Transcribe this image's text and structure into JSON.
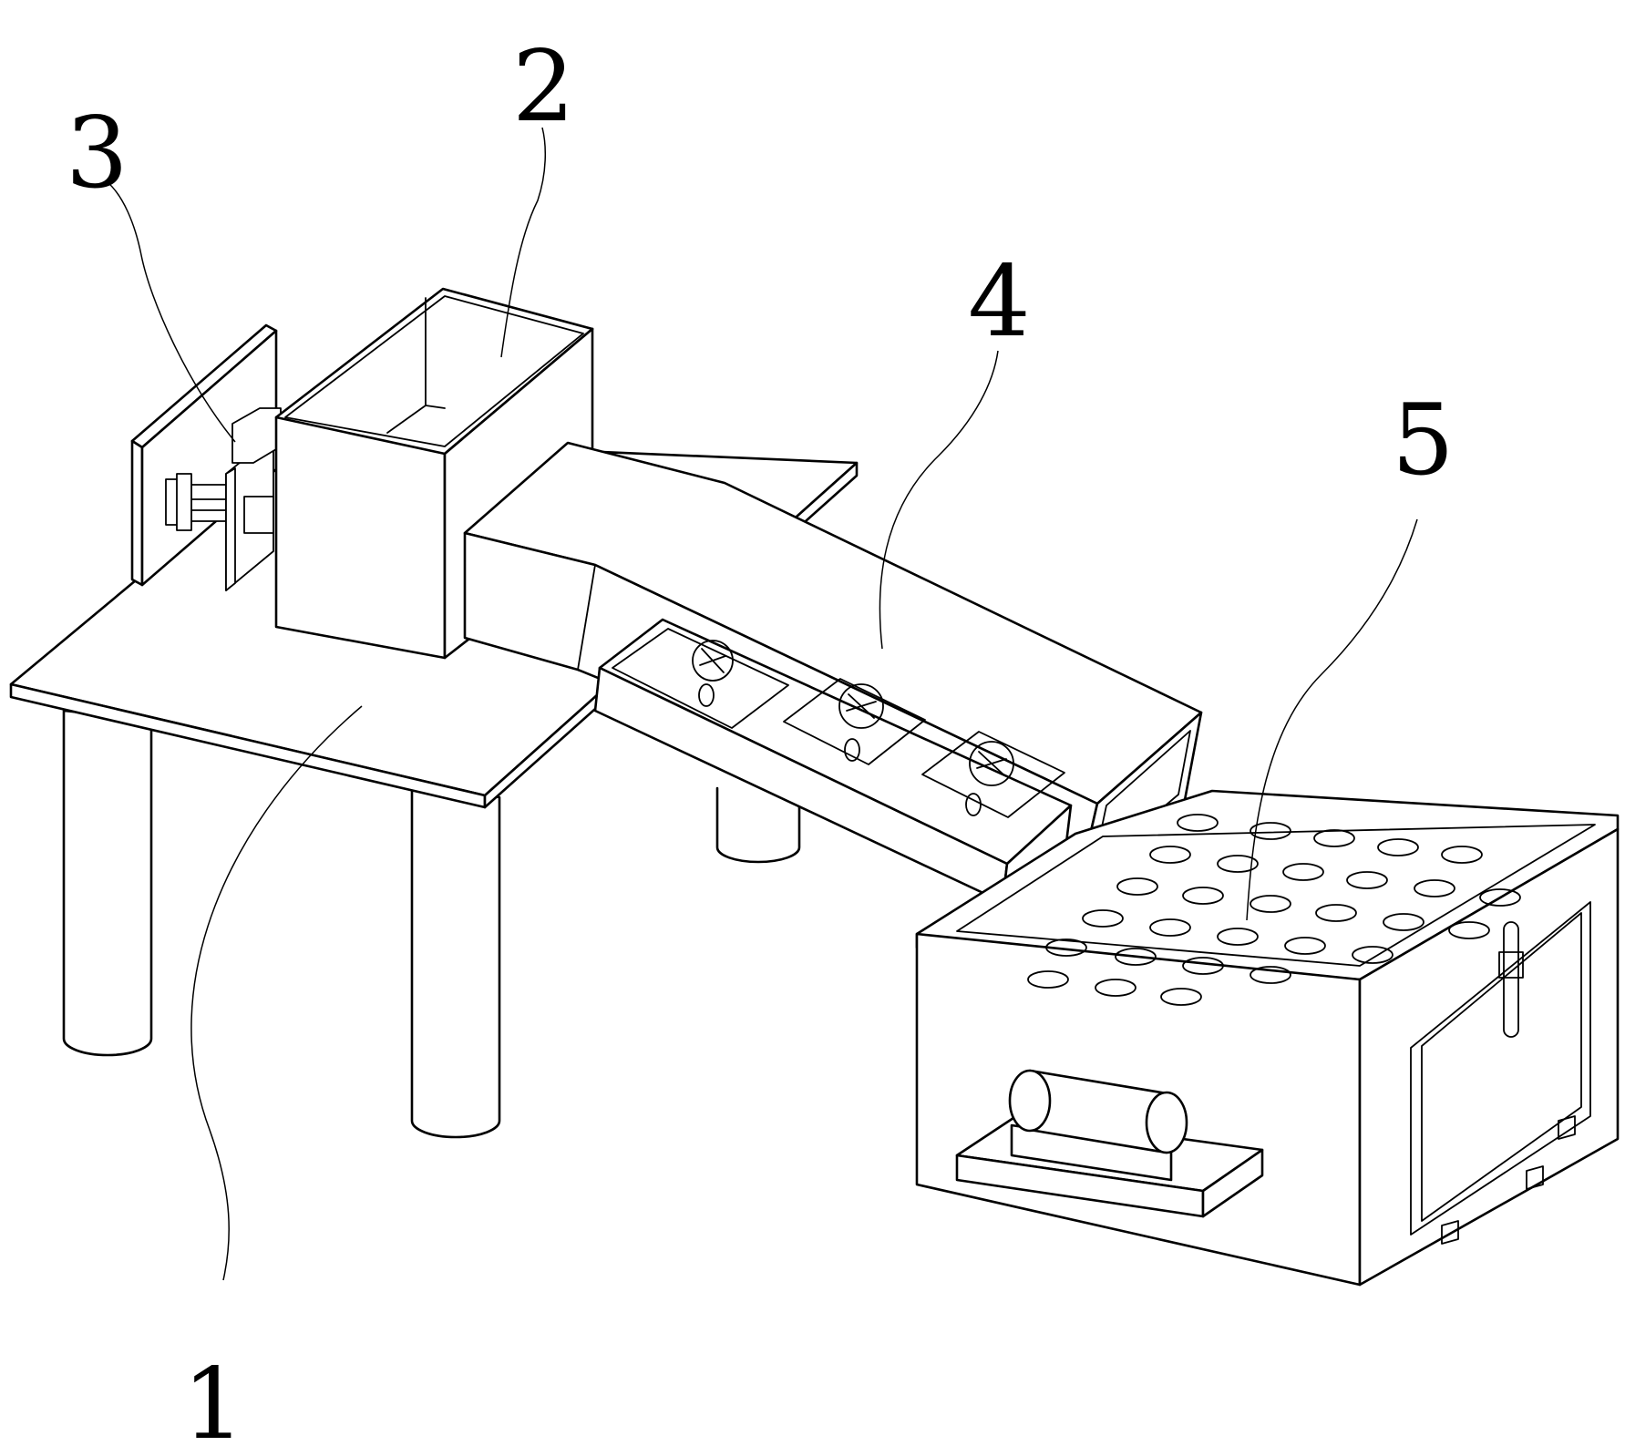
{
  "figure": {
    "background": "#ffffff",
    "line_color": "#000000",
    "labels": [
      {
        "id": "1",
        "text": "1"
      },
      {
        "id": "2",
        "text": "2"
      },
      {
        "id": "3",
        "text": "3"
      },
      {
        "id": "4",
        "text": "4"
      },
      {
        "id": "5",
        "text": "5"
      }
    ]
  }
}
